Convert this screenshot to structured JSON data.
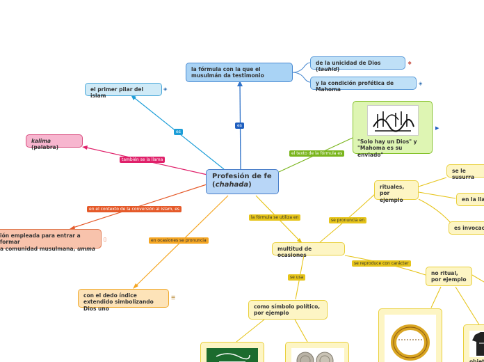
{
  "central": {
    "title": "Profesión de fe",
    "subtitle": "chahada"
  },
  "nodes": {
    "formula": "la fórmula con la que el musulmán da testimonio",
    "unicidad": "de la unicidad de Dios (tauhid)",
    "profetica": "y la condición profética de Mahoma",
    "primer_pilar": "el primer pilar del islam",
    "kalima": "kalima (palabra)",
    "formacion": "ión empleada para entrar a formar a comunidad musulmana, umma",
    "dedo": "con el dedo índice extendido simbolizando Dios uno",
    "solo_dios": "\"Solo hay un Dios\" y \"Mahoma es su enviado\"",
    "ocasiones": "multitud de ocasiones",
    "rituales": "rituales, por ejemplo",
    "susurra": "se le susurra",
    "llama": "en la lla",
    "invocacion": "es invocacio",
    "no_ritual": "no ritual, por ejemplo",
    "politico": "como símbolo político, por ejemplo",
    "objetos": "objet"
  },
  "labels": {
    "es_up": "es",
    "es_left": "es",
    "tambien": "también se la llama",
    "conversion": "en el contexto de la conversión al islam, es",
    "pronuncia": "en ocasiones se pronuncia",
    "texto": "el texto de la fórmula es",
    "utiliza": "la fórmula se utiliza en",
    "pronuncia_en": "se pronuncia en",
    "usa": "se usa",
    "reproduce": "se reproduce con carácter"
  },
  "icons": [
    "link-icon",
    "speaker-icon",
    "note-icon",
    "play-icon"
  ],
  "colors": {
    "blue": "#4a8ad1",
    "cyan": "#2aa0d8",
    "pink": "#e0206a",
    "salmon": "#e55a2a",
    "orange": "#f5a623",
    "green": "#7ab51d",
    "yellow": "#e6c419"
  }
}
